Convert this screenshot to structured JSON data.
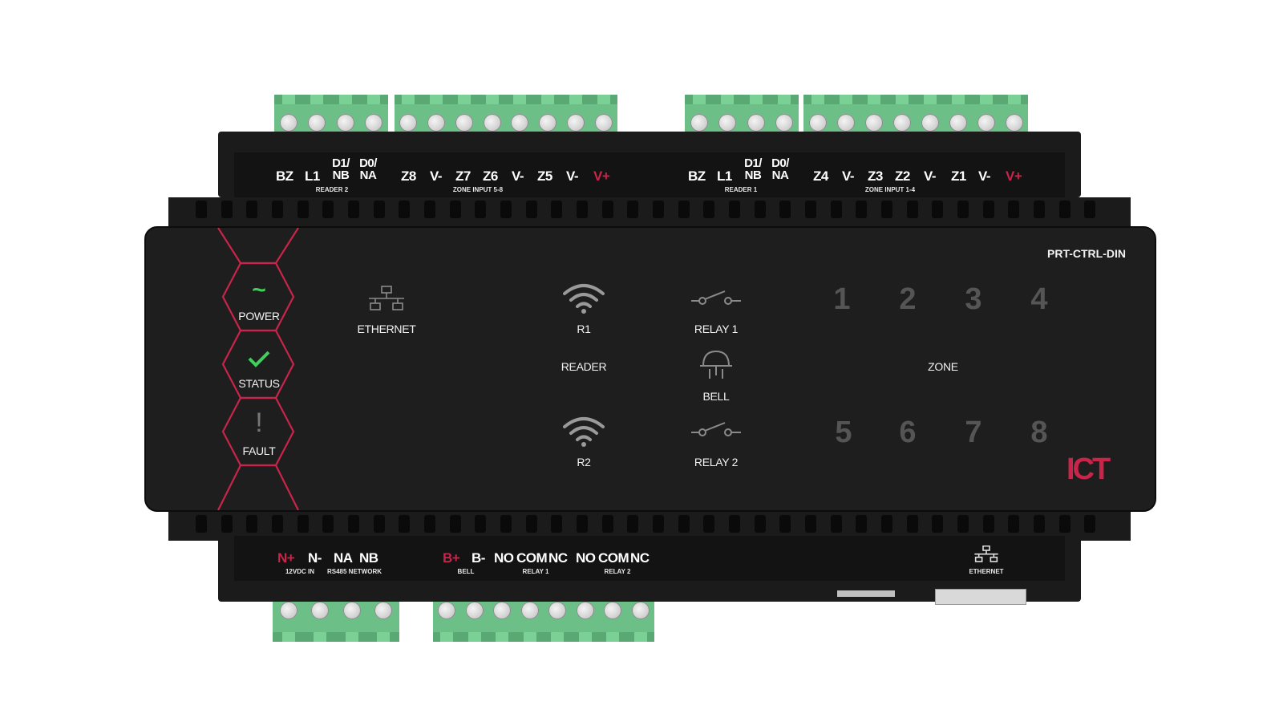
{
  "model": "PRT-CTRL-DIN",
  "brand": "ICT",
  "colors": {
    "housing": "#1b1b1b",
    "terminal_green": "#6cbf86",
    "accent_red": "#c9244a",
    "zone_gray": "#555555"
  },
  "status_leds": [
    {
      "label": "POWER",
      "icon": "tilde-icon"
    },
    {
      "label": "STATUS",
      "icon": "check-icon"
    },
    {
      "label": "FAULT",
      "icon": "exclamation-icon"
    }
  ],
  "indicators": {
    "ethernet": "ETHERNET",
    "r1": "R1",
    "reader": "READER",
    "r2": "R2",
    "relay1": "RELAY 1",
    "bell": "BELL",
    "relay2": "RELAY 2",
    "zone": "ZONE"
  },
  "zones_top": [
    "1",
    "2",
    "3",
    "4"
  ],
  "zones_bottom": [
    "5",
    "6",
    "7",
    "8"
  ],
  "top_terminals": {
    "reader2": {
      "l1": "BZ",
      "l2": "L1",
      "d1a": "D1/",
      "d1b": "NB",
      "d0a": "D0/",
      "d0b": "NA",
      "caption": "READER 2"
    },
    "zone58": {
      "pins": [
        "Z8",
        "V-",
        "Z7",
        "Z6",
        "V-",
        "Z5",
        "V-",
        "V+"
      ],
      "caption": "ZONE INPUT 5-8"
    },
    "reader1": {
      "l1": "BZ",
      "l2": "L1",
      "d1a": "D1/",
      "d1b": "NB",
      "d0a": "D0/",
      "d0b": "NA",
      "caption": "READER 1"
    },
    "zone14": {
      "pins": [
        "Z4",
        "V-",
        "Z3",
        "Z2",
        "V-",
        "Z1",
        "V-",
        "V+"
      ],
      "caption": "ZONE INPUT 1-4"
    }
  },
  "bottom_terminals": {
    "power": {
      "pins": [
        "N+",
        "N-"
      ],
      "caption": "12VDC IN"
    },
    "rs485": {
      "pins": [
        "NA",
        "NB"
      ],
      "caption": "RS485 NETWORK"
    },
    "bell": {
      "pins": [
        "B+",
        "B-"
      ],
      "caption": "BELL"
    },
    "relay1": {
      "pins": [
        "NO",
        "COM",
        "NC"
      ],
      "caption": "RELAY 1"
    },
    "relay2": {
      "pins": [
        "NO",
        "COM",
        "NC"
      ],
      "caption": "RELAY 2"
    },
    "ethernet": {
      "caption": "ETHERNET"
    }
  }
}
